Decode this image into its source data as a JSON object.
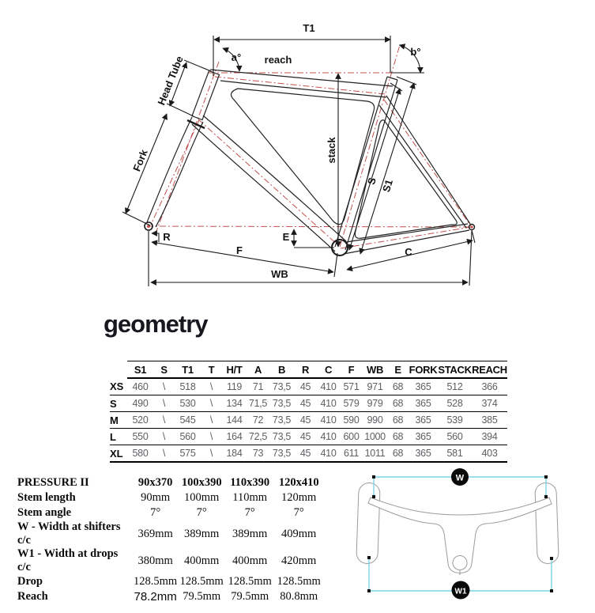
{
  "section_title": "geometry",
  "frame_diagram": {
    "labels": {
      "t1": "T1",
      "angle_a": "a°",
      "angle_b": "b°",
      "reach": "reach",
      "head_tube": "Head Tube",
      "fork": "Fork",
      "stack": "stack",
      "s": "S",
      "s1": "S1",
      "r": "R",
      "e": "E",
      "f": "F",
      "c": "C",
      "wb": "WB"
    },
    "colors": {
      "line": "#232323",
      "centerline": "#c0504d"
    }
  },
  "geometry_table": {
    "columns": [
      "S1",
      "S",
      "T1",
      "T",
      "H/T",
      "A",
      "B",
      "R",
      "C",
      "F",
      "WB",
      "E",
      "FORK",
      "STACK",
      "REACH"
    ],
    "rows": [
      {
        "label": "XS",
        "values": [
          "460",
          "\\",
          "518",
          "\\",
          "119",
          "71",
          "73,5",
          "45",
          "410",
          "571",
          "971",
          "68",
          "365",
          "512",
          "366"
        ]
      },
      {
        "label": "S",
        "values": [
          "490",
          "\\",
          "530",
          "\\",
          "134",
          "71,5",
          "73,5",
          "45",
          "410",
          "579",
          "979",
          "68",
          "365",
          "528",
          "374"
        ]
      },
      {
        "label": "M",
        "values": [
          "520",
          "\\",
          "545",
          "\\",
          "144",
          "72",
          "73,5",
          "45",
          "410",
          "590",
          "990",
          "68",
          "365",
          "539",
          "385"
        ]
      },
      {
        "label": "L",
        "values": [
          "550",
          "\\",
          "560",
          "\\",
          "164",
          "72,5",
          "73,5",
          "45",
          "410",
          "600",
          "1000",
          "68",
          "365",
          "560",
          "394"
        ]
      },
      {
        "label": "XL",
        "values": [
          "580",
          "\\",
          "575",
          "\\",
          "184",
          "73",
          "73,5",
          "45",
          "410",
          "611",
          "1011",
          "68",
          "365",
          "581",
          "403"
        ]
      }
    ]
  },
  "pressure_table": {
    "title": "PRESSURE II",
    "columns": [
      "90x370",
      "100x390",
      "110x390",
      "120x410"
    ],
    "rows": [
      {
        "label": "Stem length",
        "values": [
          "90mm",
          "100mm",
          "110mm",
          "120mm"
        ]
      },
      {
        "label": "Stem angle",
        "values": [
          "7°",
          "7°",
          "7°",
          "7°"
        ]
      },
      {
        "label": "W - Width at shifters c/c",
        "values": [
          "369mm",
          "389mm",
          "389mm",
          "409mm"
        ]
      },
      {
        "label": "W1 - Width at drops c/c",
        "values": [
          "380mm",
          "400mm",
          "400mm",
          "420mm"
        ]
      },
      {
        "label": "Drop",
        "values": [
          "128.5mm",
          "128.5mm",
          "128.5mm",
          "128.5mm"
        ]
      },
      {
        "label": "Reach",
        "values": [
          "78.2mm",
          "79.5mm",
          "79.5mm",
          "80.8mm"
        ]
      }
    ]
  },
  "handlebar_diagram": {
    "labels": {
      "w": "W",
      "w1": "W1"
    },
    "colors": {
      "dimension": "#7cd4e8",
      "outline": "#9c9c9c",
      "badge": "#0a0a0a"
    }
  }
}
